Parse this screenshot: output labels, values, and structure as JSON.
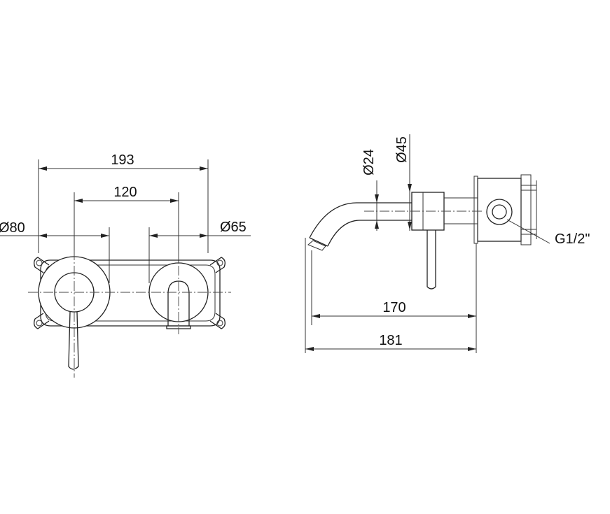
{
  "front_view": {
    "dimensions": {
      "overall_width": "193",
      "center_distance": "120",
      "mixer_diameter": "Ø80",
      "spout_rosette_diameter": "Ø65"
    }
  },
  "side_view": {
    "dimensions": {
      "spout_diameter": "Ø24",
      "rosette_diameter": "Ø45",
      "projection_inner": "170",
      "projection_overall": "181"
    },
    "connection_label": "G1/2\""
  }
}
